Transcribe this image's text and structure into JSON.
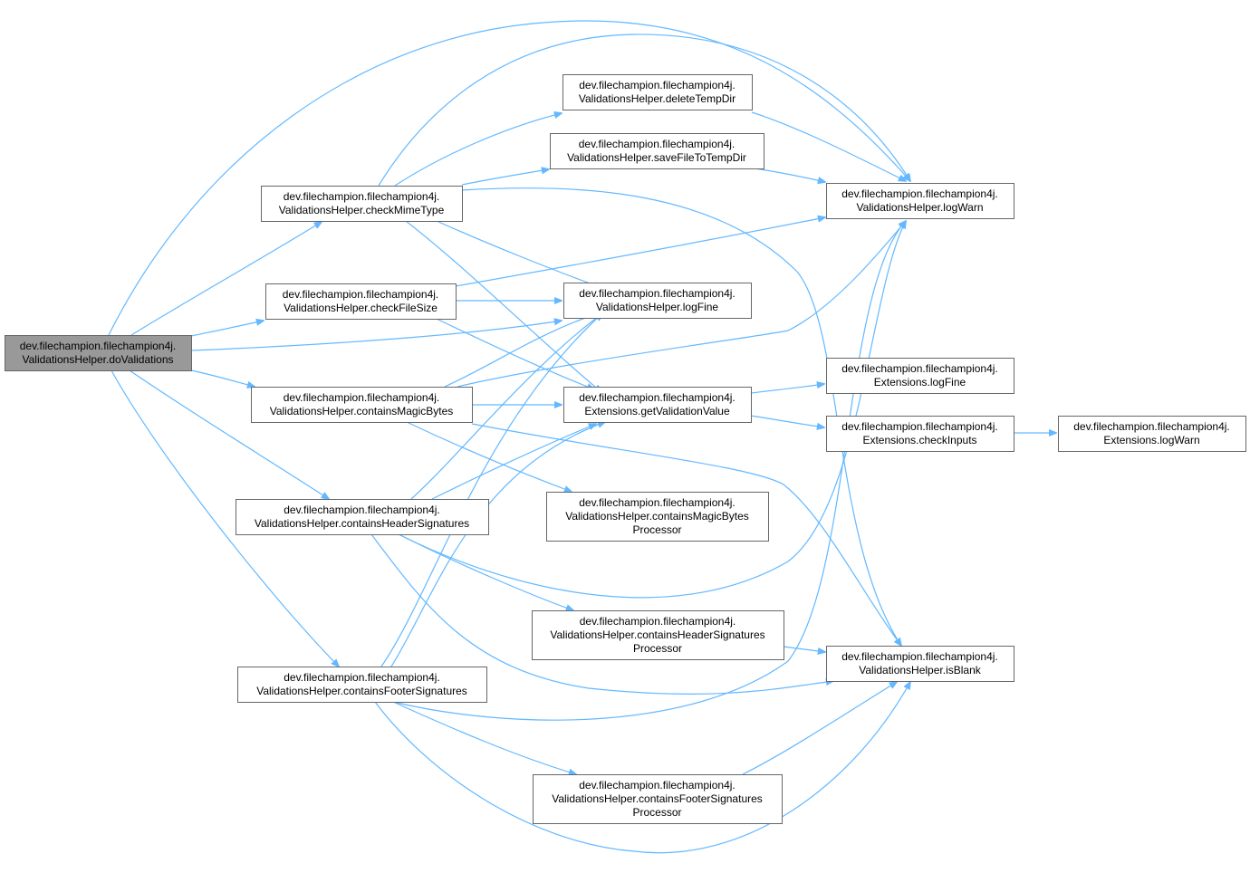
{
  "graph": {
    "nodes": [
      {
        "id": "doValidations",
        "lines": [
          "dev.filechampion.filechampion4j.",
          "ValidationsHelper.doValidations"
        ],
        "root": true
      },
      {
        "id": "checkMimeType",
        "lines": [
          "dev.filechampion.filechampion4j.",
          "ValidationsHelper.checkMimeType"
        ]
      },
      {
        "id": "checkFileSize",
        "lines": [
          "dev.filechampion.filechampion4j.",
          "ValidationsHelper.checkFileSize"
        ]
      },
      {
        "id": "containsMagicBytes",
        "lines": [
          "dev.filechampion.filechampion4j.",
          "ValidationsHelper.containsMagicBytes"
        ]
      },
      {
        "id": "containsHeaderSignatures",
        "lines": [
          "dev.filechampion.filechampion4j.",
          "ValidationsHelper.containsHeaderSignatures"
        ]
      },
      {
        "id": "containsFooterSignatures",
        "lines": [
          "dev.filechampion.filechampion4j.",
          "ValidationsHelper.containsFooterSignatures"
        ]
      },
      {
        "id": "deleteTempDir",
        "lines": [
          "dev.filechampion.filechampion4j.",
          "ValidationsHelper.deleteTempDir"
        ]
      },
      {
        "id": "saveFileToTempDir",
        "lines": [
          "dev.filechampion.filechampion4j.",
          "ValidationsHelper.saveFileToTempDir"
        ]
      },
      {
        "id": "vhLogFine",
        "lines": [
          "dev.filechampion.filechampion4j.",
          "ValidationsHelper.logFine"
        ]
      },
      {
        "id": "getValidationValue",
        "lines": [
          "dev.filechampion.filechampion4j.",
          "Extensions.getValidationValue"
        ]
      },
      {
        "id": "magicBytesProcessor",
        "lines": [
          "dev.filechampion.filechampion4j.",
          "ValidationsHelper.containsMagicBytes",
          "Processor"
        ]
      },
      {
        "id": "headerSigProcessor",
        "lines": [
          "dev.filechampion.filechampion4j.",
          "ValidationsHelper.containsHeaderSignatures",
          "Processor"
        ]
      },
      {
        "id": "footerSigProcessor",
        "lines": [
          "dev.filechampion.filechampion4j.",
          "ValidationsHelper.containsFooterSignatures",
          "Processor"
        ]
      },
      {
        "id": "vhLogWarn",
        "lines": [
          "dev.filechampion.filechampion4j.",
          "ValidationsHelper.logWarn"
        ]
      },
      {
        "id": "extLogFine",
        "lines": [
          "dev.filechampion.filechampion4j.",
          "Extensions.logFine"
        ]
      },
      {
        "id": "checkInputs",
        "lines": [
          "dev.filechampion.filechampion4j.",
          "Extensions.checkInputs"
        ]
      },
      {
        "id": "isBlank",
        "lines": [
          "dev.filechampion.filechampion4j.",
          "ValidationsHelper.isBlank"
        ]
      },
      {
        "id": "extLogWarn",
        "lines": [
          "dev.filechampion.filechampion4j.",
          "Extensions.logWarn"
        ]
      }
    ],
    "edges": [
      {
        "from": "doValidations",
        "to": "checkMimeType"
      },
      {
        "from": "doValidations",
        "to": "checkFileSize"
      },
      {
        "from": "doValidations",
        "to": "containsMagicBytes"
      },
      {
        "from": "doValidations",
        "to": "containsHeaderSignatures"
      },
      {
        "from": "doValidations",
        "to": "containsFooterSignatures"
      },
      {
        "from": "doValidations",
        "to": "vhLogFine"
      },
      {
        "from": "doValidations",
        "to": "vhLogWarn"
      },
      {
        "from": "checkMimeType",
        "to": "deleteTempDir"
      },
      {
        "from": "checkMimeType",
        "to": "saveFileToTempDir"
      },
      {
        "from": "checkMimeType",
        "to": "vhLogWarn"
      },
      {
        "from": "checkMimeType",
        "to": "vhLogFine"
      },
      {
        "from": "checkMimeType",
        "to": "getValidationValue"
      },
      {
        "from": "checkMimeType",
        "to": "isBlank"
      },
      {
        "from": "deleteTempDir",
        "to": "vhLogWarn"
      },
      {
        "from": "saveFileToTempDir",
        "to": "vhLogWarn"
      },
      {
        "from": "checkFileSize",
        "to": "vhLogWarn"
      },
      {
        "from": "checkFileSize",
        "to": "vhLogFine"
      },
      {
        "from": "checkFileSize",
        "to": "getValidationValue"
      },
      {
        "from": "containsMagicBytes",
        "to": "vhLogFine"
      },
      {
        "from": "containsMagicBytes",
        "to": "vhLogWarn"
      },
      {
        "from": "containsMagicBytes",
        "to": "getValidationValue"
      },
      {
        "from": "containsMagicBytes",
        "to": "magicBytesProcessor"
      },
      {
        "from": "containsMagicBytes",
        "to": "isBlank"
      },
      {
        "from": "getValidationValue",
        "to": "extLogFine"
      },
      {
        "from": "getValidationValue",
        "to": "checkInputs"
      },
      {
        "from": "checkInputs",
        "to": "extLogWarn"
      },
      {
        "from": "containsHeaderSignatures",
        "to": "vhLogFine"
      },
      {
        "from": "containsHeaderSignatures",
        "to": "getValidationValue"
      },
      {
        "from": "containsHeaderSignatures",
        "to": "vhLogWarn"
      },
      {
        "from": "containsHeaderSignatures",
        "to": "headerSigProcessor"
      },
      {
        "from": "containsHeaderSignatures",
        "to": "isBlank"
      },
      {
        "from": "headerSigProcessor",
        "to": "isBlank"
      },
      {
        "from": "containsFooterSignatures",
        "to": "vhLogFine"
      },
      {
        "from": "containsFooterSignatures",
        "to": "getValidationValue"
      },
      {
        "from": "containsFooterSignatures",
        "to": "vhLogWarn"
      },
      {
        "from": "containsFooterSignatures",
        "to": "footerSigProcessor"
      },
      {
        "from": "containsFooterSignatures",
        "to": "isBlank"
      },
      {
        "from": "footerSigProcessor",
        "to": "isBlank"
      }
    ]
  }
}
